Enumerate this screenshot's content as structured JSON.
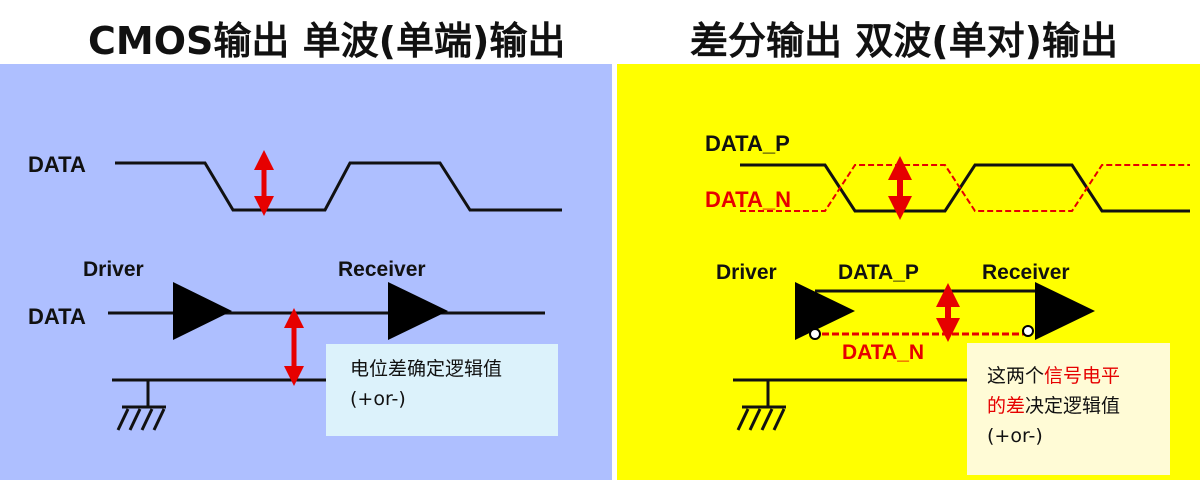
{
  "left": {
    "title": "CMOS输出 单波(单端)输出",
    "signal_label": "DATA",
    "driver_label": "Driver",
    "receiver_label": "Receiver",
    "line_label": "DATA",
    "note_line1": "电位差确定逻辑值",
    "note_line2": "(+or-)",
    "panel_color": "#aebfff",
    "note_color": "#dcf2fb"
  },
  "right": {
    "title": "差分输出 双波(单对)输出",
    "signal_p_label": "DATA_P",
    "signal_n_label": "DATA_N",
    "driver_label": "Driver",
    "receiver_label": "Receiver",
    "line_p_label": "DATA_P",
    "line_n_label": "DATA_N",
    "note_line1_plain": "这两个",
    "note_line1_red": "信号电平",
    "note_line2_red": "的差",
    "note_line2_plain": "决定逻辑值",
    "note_line3": "(+or-)",
    "panel_color": "#ffff00",
    "note_color": "#fffbd6"
  },
  "colors": {
    "arrow": "#e60000",
    "line": "#111111"
  }
}
